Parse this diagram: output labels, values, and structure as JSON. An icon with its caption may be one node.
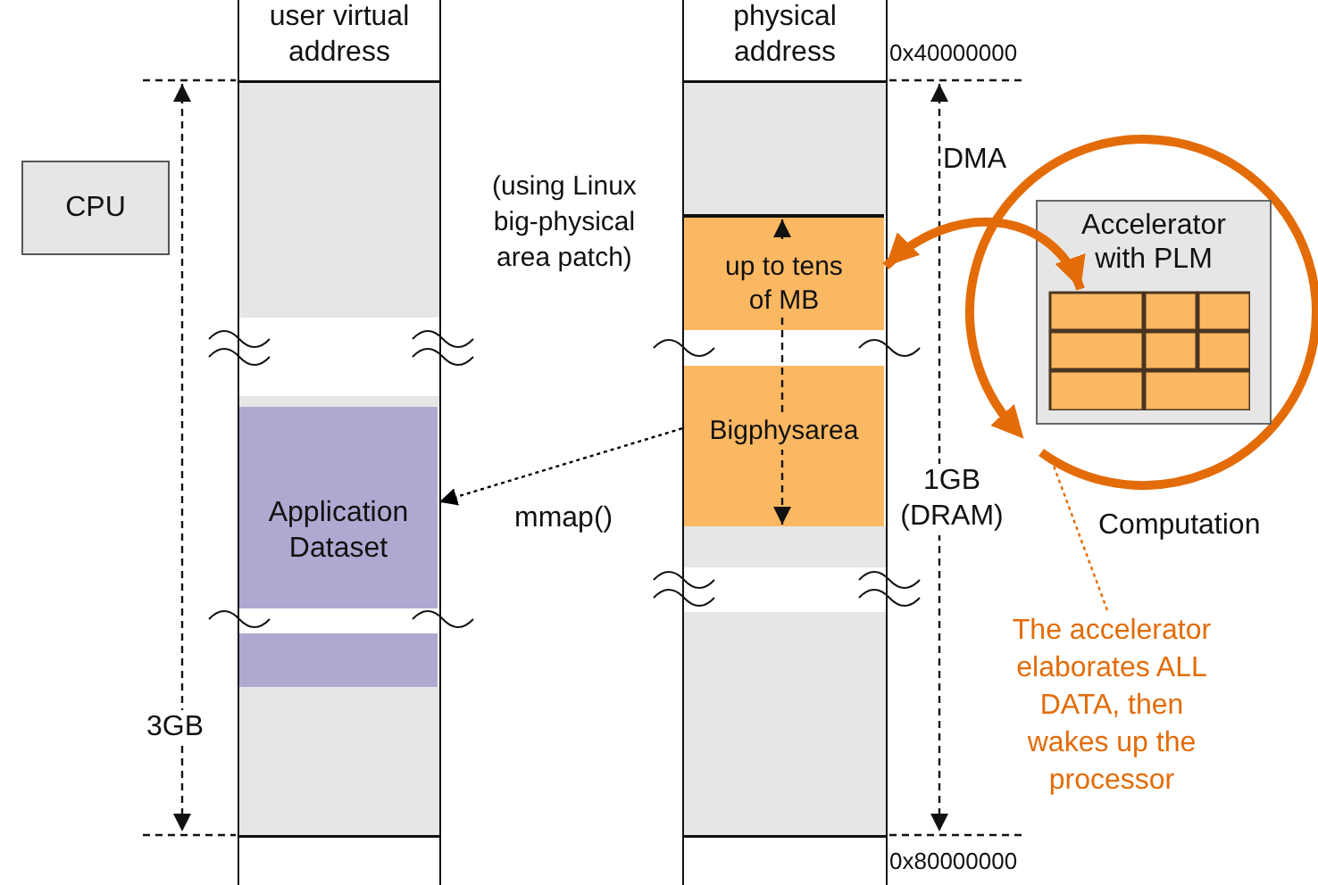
{
  "diagram": {
    "nodes": [
      {
        "text": [
          "CPU"
        ]
      },
      {
        "text": [
          "user virtual address"
        ]
      },
      {
        "text": [
          "Application Dataset"
        ],
        "in": 1
      },
      {
        "text": [
          "physical address"
        ]
      },
      {
        "text": [
          "up to tens of MB"
        ],
        "in": 3
      },
      {
        "text": [
          "Bigphysarea"
        ],
        "in": 3
      },
      {
        "text": [],
        "shape": "circle",
        "beside": [
          "Computation"
        ]
      },
      {
        "text": [
          "Accelerator with PLM"
        ],
        "in": 6
      },
      {
        "text": [],
        "shape": "box",
        "in": 7
      },
      {
        "text": [
          "The accelerator elaborates ALL DATA, then wakes up the processor"
        ]
      }
    ],
    "edges": [
      {
        "from": 5,
        "to": 2,
        "arrow": "to",
        "label": "mmap()",
        "style": "dashed",
        "color": "#000000"
      },
      {
        "from": 4,
        "to": 8,
        "arrow": "both",
        "label": "DMA",
        "style": "thick",
        "color": "#e36c09"
      },
      {
        "from": 9,
        "to": 6,
        "arrow": "none",
        "style": "dashed",
        "color": "#e36c09"
      }
    ],
    "labels": [
      "0x40000000",
      "(using Linux big-physical area patch)",
      "1GB (DRAM)",
      "3GB",
      "0x80000000"
    ]
  }
}
